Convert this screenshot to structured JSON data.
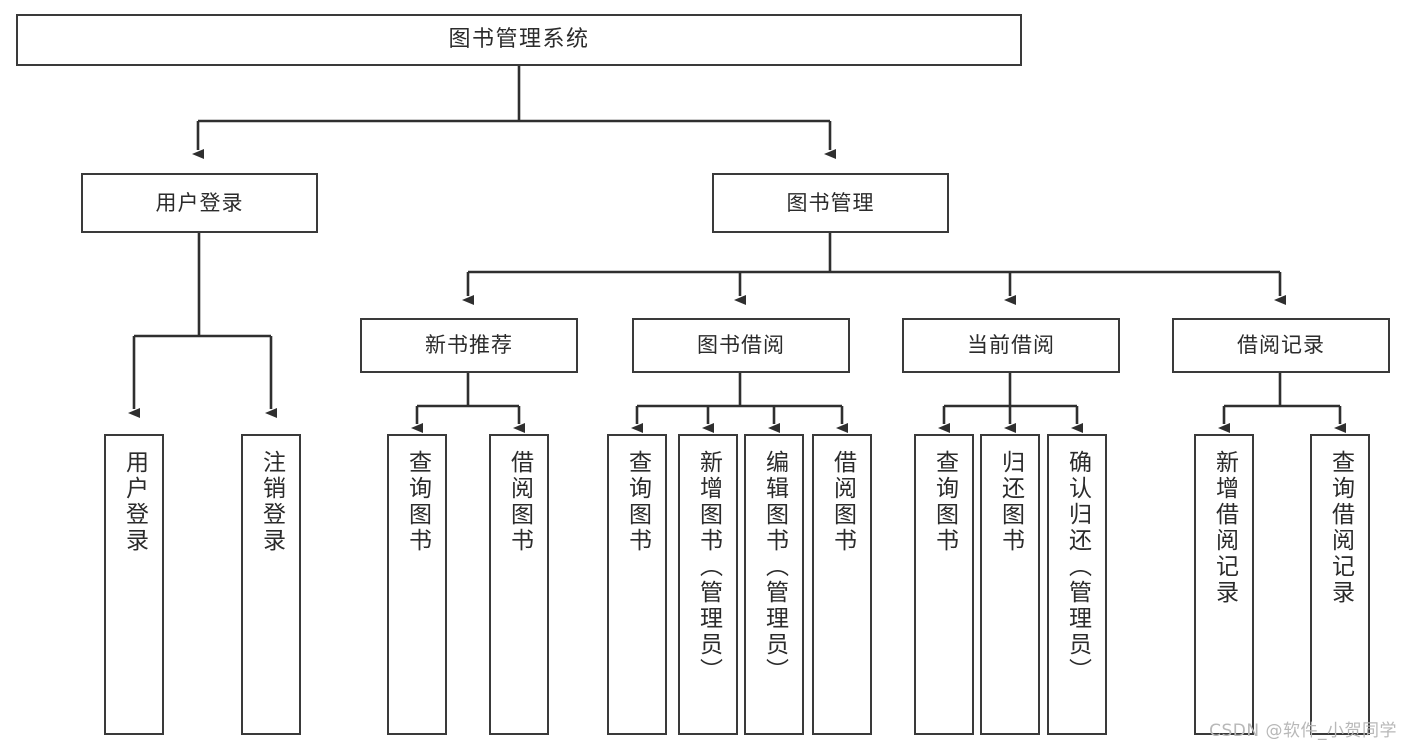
{
  "diagram": {
    "type": "hierarchy-tree",
    "title_node": {
      "label": "图书管理系统"
    },
    "level2": [
      {
        "id": "user-login",
        "label": "用户登录"
      },
      {
        "id": "book-management",
        "label": "图书管理"
      }
    ],
    "level3": [
      {
        "id": "new-book-recommend",
        "label": "新书推荐"
      },
      {
        "id": "book-borrow",
        "label": "图书借阅"
      },
      {
        "id": "current-borrow",
        "label": "当前借阅"
      },
      {
        "id": "borrow-record",
        "label": "借阅记录"
      }
    ],
    "leaves": {
      "user_login": [
        {
          "id": "leaf-user-login",
          "label": "用户登录"
        },
        {
          "id": "leaf-logout-login",
          "label": "注销登录"
        }
      ],
      "new_book_recommend": [
        {
          "id": "leaf-query-book-1",
          "label": "查询图书"
        },
        {
          "id": "leaf-borrow-book-1",
          "label": "借阅图书"
        }
      ],
      "book_borrow": [
        {
          "id": "leaf-query-book-2",
          "label": "查询图书"
        },
        {
          "id": "leaf-add-book",
          "label": "新增图书（管理员）"
        },
        {
          "id": "leaf-edit-book",
          "label": "编辑图书（管理员）"
        },
        {
          "id": "leaf-borrow-book-2",
          "label": "借阅图书"
        }
      ],
      "current_borrow": [
        {
          "id": "leaf-query-book-3",
          "label": "查询图书"
        },
        {
          "id": "leaf-return-book",
          "label": "归还图书"
        },
        {
          "id": "leaf-confirm-return",
          "label": "确认归还（管理员）"
        }
      ],
      "borrow_record": [
        {
          "id": "leaf-add-record",
          "label": "新增借阅记录"
        },
        {
          "id": "leaf-query-record",
          "label": "查询借阅记录"
        }
      ]
    },
    "colors": {
      "box_border": "#3a3a3a",
      "box_fill": "#ffffff",
      "connector": "#2f2f2f",
      "text": "#2b2b2b",
      "watermark": "#b8b8b8",
      "background": "#ffffff"
    }
  },
  "watermark": {
    "text": "CSDN @软件_小贺同学"
  }
}
